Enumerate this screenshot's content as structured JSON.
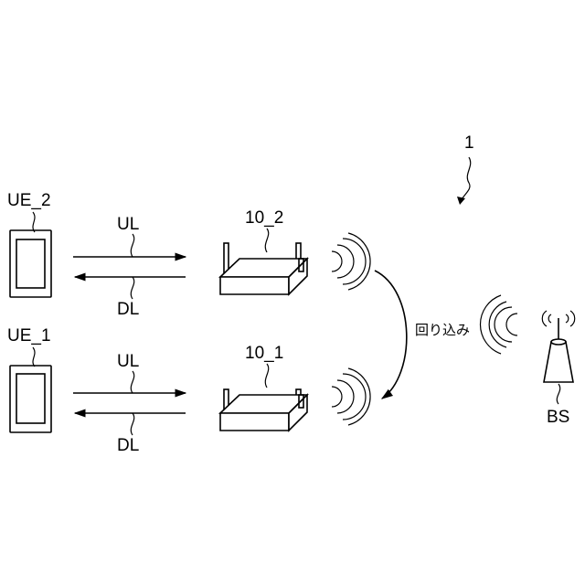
{
  "system_ref": "1",
  "devices": {
    "ue2": "UE_2",
    "ue1": "UE_1",
    "router2": "10_2",
    "router1": "10_1",
    "base_station": "BS"
  },
  "links": {
    "upper_ul": "UL",
    "upper_dl": "DL",
    "lower_ul": "UL",
    "lower_dl": "DL"
  },
  "wraparound": "回り込み"
}
